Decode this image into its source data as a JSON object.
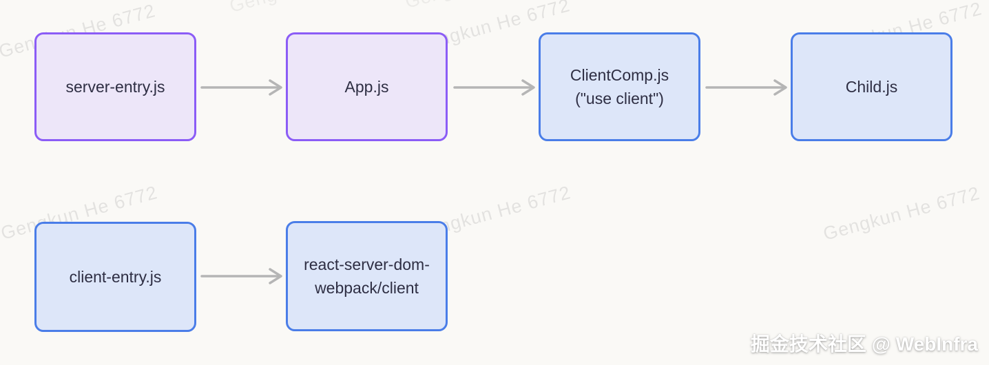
{
  "diagram": {
    "nodes": {
      "server_entry": {
        "label": "server-entry.js",
        "variant": "purple"
      },
      "app": {
        "label": "App.js",
        "variant": "purple"
      },
      "client_comp": {
        "line1": "ClientComp.js",
        "line2": "(\"use client\")",
        "variant": "blue"
      },
      "child": {
        "label": "Child.js",
        "variant": "blue"
      },
      "client_entry": {
        "label": "client-entry.js",
        "variant": "blue"
      },
      "rsdw": {
        "line1": "react-server-dom-",
        "line2": "webpack/client",
        "variant": "blue"
      }
    },
    "edges": [
      {
        "from": "server-entry.js",
        "to": "App.js"
      },
      {
        "from": "App.js",
        "to": "ClientComp.js (\"use client\")"
      },
      {
        "from": "ClientComp.js (\"use client\")",
        "to": "Child.js"
      },
      {
        "from": "client-entry.js",
        "to": "react-server-dom-webpack/client"
      }
    ]
  },
  "watermark": {
    "text": "Gengkun He 6772"
  },
  "credit": {
    "text": "掘金技术社区 @ WebInfra"
  },
  "colors": {
    "purple_border": "#8b5cf6",
    "purple_fill": "#ede6f9",
    "blue_border": "#4a7de8",
    "blue_fill": "#dde6f9",
    "arrow": "#b5b5b5",
    "node_text": "#2e2e43",
    "background": "#faf9f6",
    "credit_text": "#ffffff"
  }
}
